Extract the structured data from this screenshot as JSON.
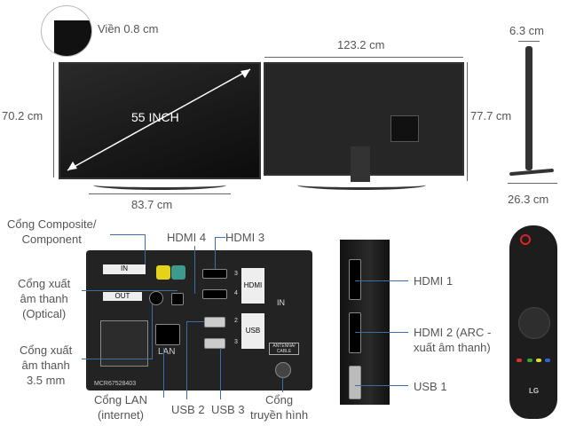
{
  "bezel": {
    "label": "Viền 0.8 cm"
  },
  "front": {
    "height": "70.2 cm",
    "diagonal": "55 INCH",
    "stand_width": "83.7 cm"
  },
  "back": {
    "width": "123.2 cm",
    "height": "77.7 cm"
  },
  "side": {
    "depth": "6.3 cm",
    "stand_depth": "26.3 cm"
  },
  "rear_panel": {
    "labels": {
      "composite": "Cổng Composite/\nComponent",
      "optical": "Cổng xuất\nâm thanh\n(Optical)",
      "audio35": "Cổng xuất\nâm thanh\n3.5 mm",
      "lan": "Cổng LAN\n(internet)",
      "usb2": "USB 2",
      "usb3": "USB 3",
      "antenna": "Cổng\ntruyền hình",
      "hdmi4": "HDMI 4",
      "hdmi3": "HDMI 3"
    },
    "panel_text": {
      "in": "IN",
      "out": "OUT",
      "lan": "LAN",
      "hdmi": "HDMI",
      "usb": "USB",
      "model": "MCR67528403",
      "antenna": "ANTENNA/\nCABLE",
      "n3": "3",
      "n4": "4",
      "n2": "2",
      "n3b": "3"
    }
  },
  "side_ports": {
    "hdmi1": "HDMI 1",
    "hdmi2": "HDMI 2 (ARC -\nxuất âm thanh)",
    "usb1": "USB 1"
  },
  "remote": {
    "brand": "LG"
  },
  "colors": {
    "leader_line": "#3a6ea5",
    "tv_body": "#1b1b1b"
  }
}
